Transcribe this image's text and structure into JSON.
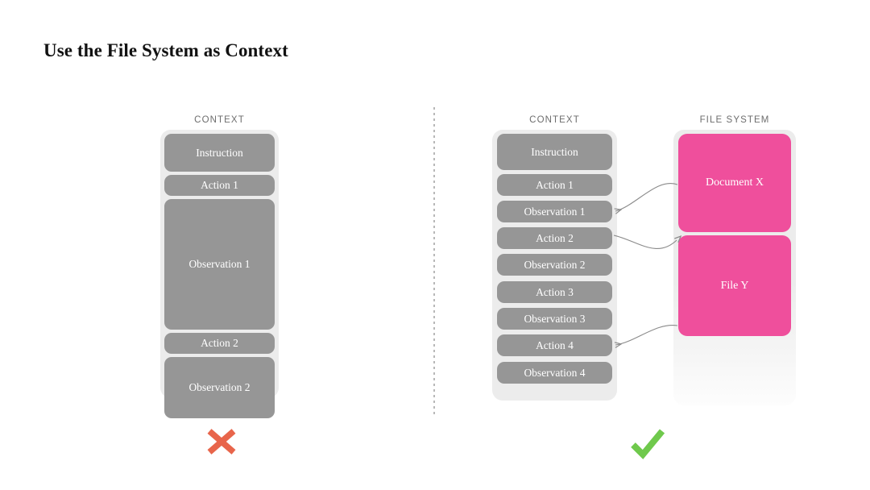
{
  "slide": {
    "title": "Use the File System as Context"
  },
  "panels": {
    "bad": {
      "context_label": "CONTEXT",
      "verdict_icon": "cross-mark",
      "verdict_color": "#e8654b",
      "blocks": [
        {
          "label": "Instruction",
          "kind": "instruction"
        },
        {
          "label": "Action 1",
          "kind": "action"
        },
        {
          "label": "Observation 1",
          "kind": "observation"
        },
        {
          "label": "Action 2",
          "kind": "action"
        },
        {
          "label": "Observation 2",
          "kind": "observation"
        }
      ]
    },
    "good": {
      "context_label": "CONTEXT",
      "filesystem_label": "FILE SYSTEM",
      "verdict_icon": "check-mark",
      "verdict_color": "#6fc94c",
      "blocks": [
        {
          "label": "Instruction",
          "kind": "instruction"
        },
        {
          "label": "Action 1",
          "kind": "action"
        },
        {
          "label": "Observation 1",
          "kind": "observation"
        },
        {
          "label": "Action 2",
          "kind": "action"
        },
        {
          "label": "Observation 2",
          "kind": "observation"
        },
        {
          "label": "Action 3",
          "kind": "action"
        },
        {
          "label": "Observation 3",
          "kind": "observation"
        },
        {
          "label": "Action 4",
          "kind": "action"
        },
        {
          "label": "Observation 4",
          "kind": "observation"
        }
      ],
      "files": [
        {
          "label": "Document X"
        },
        {
          "label": "File Y"
        }
      ]
    }
  },
  "colors": {
    "block_gray": "#969696",
    "container_gray": "#ececec",
    "file_pink": "#ef4f9c",
    "label_gray": "#6d6d6d",
    "connector_gray": "#8a8a8a",
    "cross_red": "#e8654b",
    "check_green": "#6fc94c"
  }
}
